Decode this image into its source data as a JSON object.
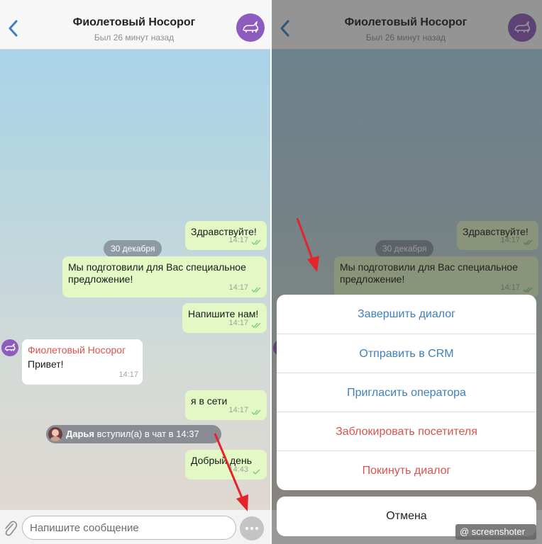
{
  "header": {
    "title": "Фиолетовый Носорог",
    "status": "Был 26 минут назад"
  },
  "chat": {
    "date_label": "30 декабря",
    "messages": [
      {
        "text": "Здравствуйте!",
        "time": "14:17"
      },
      {
        "text": "Мы подготовили для Вас специальное предложение!",
        "time": "14:17"
      },
      {
        "text": "Напишите нам!",
        "time": "14:17"
      },
      {
        "sender": "Фиолетовый Носорог",
        "text": "Привет!",
        "time": "14:17"
      },
      {
        "text": "я в сети",
        "time": "14:17"
      },
      {
        "text": "Добрый день",
        "time": "14:43"
      }
    ],
    "join_notice": {
      "name": "Дарья",
      "text": " вступил(а) в чат в 14:37"
    }
  },
  "composer": {
    "placeholder": "Напишите сообщение"
  },
  "action_sheet": {
    "items": [
      {
        "label": "Завершить диалог"
      },
      {
        "label": "Отправить в CRM"
      },
      {
        "label": "Пригласить оператора"
      },
      {
        "label": "Заблокировать посетителя"
      },
      {
        "label": "Покинуть диалог"
      }
    ],
    "cancel_label": "Отмена"
  },
  "watermark": "@ screenshoter",
  "colors": {
    "outgoing_bubble": "#e3f8c5",
    "accent": "#3d7fbf",
    "danger": "#d9534f",
    "avatar": "#8e5bbf",
    "annotation_arrow": "#e4242b"
  }
}
